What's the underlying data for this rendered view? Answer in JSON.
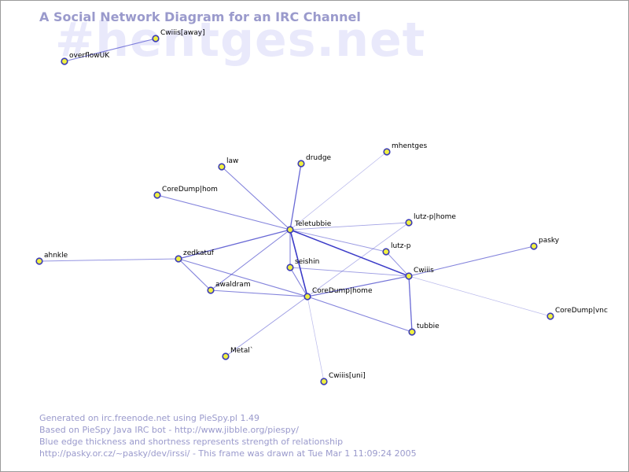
{
  "watermark": "#hentges.net",
  "title": "A Social Network Diagram for an IRC Channel",
  "footer": [
    "Generated on irc.freenode.net using PieSpy.pl 1.49",
    "Based on PieSpy Java IRC bot - http://www.jibble.org/piespy/",
    "Blue edge thickness and shortness represents strength of relationship",
    "http://pasky.or.cz/~pasky/dev/irssi/ - This frame was drawn at Tue Mar  1 11:09:24 2005"
  ],
  "colors": {
    "node_fill": "#f0f040",
    "node_stroke": "#3c3cb4",
    "edge": "#3c3cc8",
    "text": "#000000",
    "muted": "#9a9acc"
  },
  "nodes": [
    {
      "id": "cwiiis_away",
      "label": "Cwiiis[away]"
    },
    {
      "id": "overflowuk",
      "label": "overflowUK"
    },
    {
      "id": "law",
      "label": "law"
    },
    {
      "id": "drudge",
      "label": "drudge"
    },
    {
      "id": "mhentges",
      "label": "mhentges"
    },
    {
      "id": "coredump_hom",
      "label": "CoreDump|hom"
    },
    {
      "id": "teletubbie",
      "label": "Teletubbie"
    },
    {
      "id": "lutzp_home",
      "label": "lutz-p|home"
    },
    {
      "id": "pasky",
      "label": "pasky"
    },
    {
      "id": "zedkatuf",
      "label": "zedkatuf"
    },
    {
      "id": "lutzp",
      "label": "lutz-p"
    },
    {
      "id": "ahnkle",
      "label": "ahnkle"
    },
    {
      "id": "seishin",
      "label": "seishin"
    },
    {
      "id": "cwiiis",
      "label": "Cwiiis"
    },
    {
      "id": "awaldram",
      "label": "awaldram"
    },
    {
      "id": "coredump_home",
      "label": "CoreDump|home"
    },
    {
      "id": "coredump_vnc",
      "label": "CoreDump|vnc"
    },
    {
      "id": "tubbie",
      "label": "tubbie"
    },
    {
      "id": "metal",
      "label": "Metal`"
    },
    {
      "id": "cwiiis_uni",
      "label": "Cwiiis[uni]"
    }
  ],
  "edges": [
    {
      "from": "overflowuk",
      "to": "cwiiis_away",
      "weight": 0.5
    },
    {
      "from": "teletubbie",
      "to": "law",
      "weight": 0.5
    },
    {
      "from": "teletubbie",
      "to": "drudge",
      "weight": 0.7
    },
    {
      "from": "teletubbie",
      "to": "mhentges",
      "weight": 0.15
    },
    {
      "from": "teletubbie",
      "to": "coredump_hom",
      "weight": 0.5
    },
    {
      "from": "teletubbie",
      "to": "lutzp_home",
      "weight": 0.3
    },
    {
      "from": "teletubbie",
      "to": "zedkatuf",
      "weight": 0.7
    },
    {
      "from": "teletubbie",
      "to": "lutzp",
      "weight": 0.35
    },
    {
      "from": "teletubbie",
      "to": "seishin",
      "weight": 0.5
    },
    {
      "from": "teletubbie",
      "to": "cwiiis",
      "weight": 1.0
    },
    {
      "from": "teletubbie",
      "to": "awaldram",
      "weight": 0.5
    },
    {
      "from": "teletubbie",
      "to": "coredump_home",
      "weight": 1.0
    },
    {
      "from": "zedkatuf",
      "to": "ahnkle",
      "weight": 0.4
    },
    {
      "from": "zedkatuf",
      "to": "awaldram",
      "weight": 0.5
    },
    {
      "from": "zedkatuf",
      "to": "coredump_home",
      "weight": 0.5
    },
    {
      "from": "awaldram",
      "to": "coredump_home",
      "weight": 0.5
    },
    {
      "from": "seishin",
      "to": "coredump_home",
      "weight": 0.5
    },
    {
      "from": "seishin",
      "to": "cwiiis",
      "weight": 0.35
    },
    {
      "from": "coredump_home",
      "to": "cwiiis",
      "weight": 0.6
    },
    {
      "from": "coredump_home",
      "to": "lutzp_home",
      "weight": 0.2
    },
    {
      "from": "coredump_home",
      "to": "tubbie",
      "weight": 0.5
    },
    {
      "from": "coredump_home",
      "to": "metal",
      "weight": 0.35
    },
    {
      "from": "coredump_home",
      "to": "cwiiis_uni",
      "weight": 0.12
    },
    {
      "from": "cwiiis",
      "to": "pasky",
      "weight": 0.5
    },
    {
      "from": "cwiiis",
      "to": "tubbie",
      "weight": 0.7
    },
    {
      "from": "cwiiis",
      "to": "lutzp",
      "weight": 0.4
    },
    {
      "from": "cwiiis",
      "to": "coredump_vnc",
      "weight": 0.12
    }
  ]
}
